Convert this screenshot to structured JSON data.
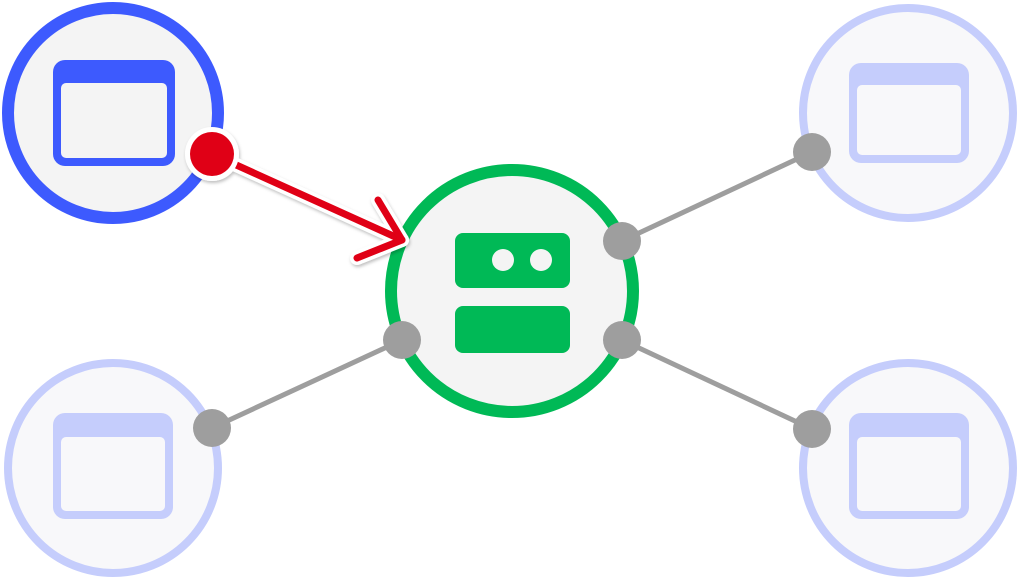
{
  "diagram": {
    "center_node": {
      "label": "",
      "role": "server",
      "icon": "server-icon",
      "color": "#00b956",
      "fill": "#f4f4f4"
    },
    "active_client": {
      "label": "",
      "role": "browser-window",
      "icon": "browser-window-icon",
      "color": "#3d5afe",
      "fill": "#f4f4f4"
    },
    "inactive_clients": [
      {
        "id": "top-right",
        "icon": "browser-window-icon",
        "color": "#c5cdfc",
        "fill": "#f8f8fa"
      },
      {
        "id": "bottom-left",
        "icon": "browser-window-icon",
        "color": "#c5cdfc",
        "fill": "#f8f8fa"
      },
      {
        "id": "bottom-right",
        "icon": "browser-window-icon",
        "color": "#c5cdfc",
        "fill": "#f8f8fa"
      }
    ],
    "connector": {
      "line_color": "#9e9e9e",
      "dot_color": "#9e9e9e"
    },
    "request_arrow": {
      "color": "#e00012",
      "from": "active_client",
      "to": "center_node"
    }
  }
}
